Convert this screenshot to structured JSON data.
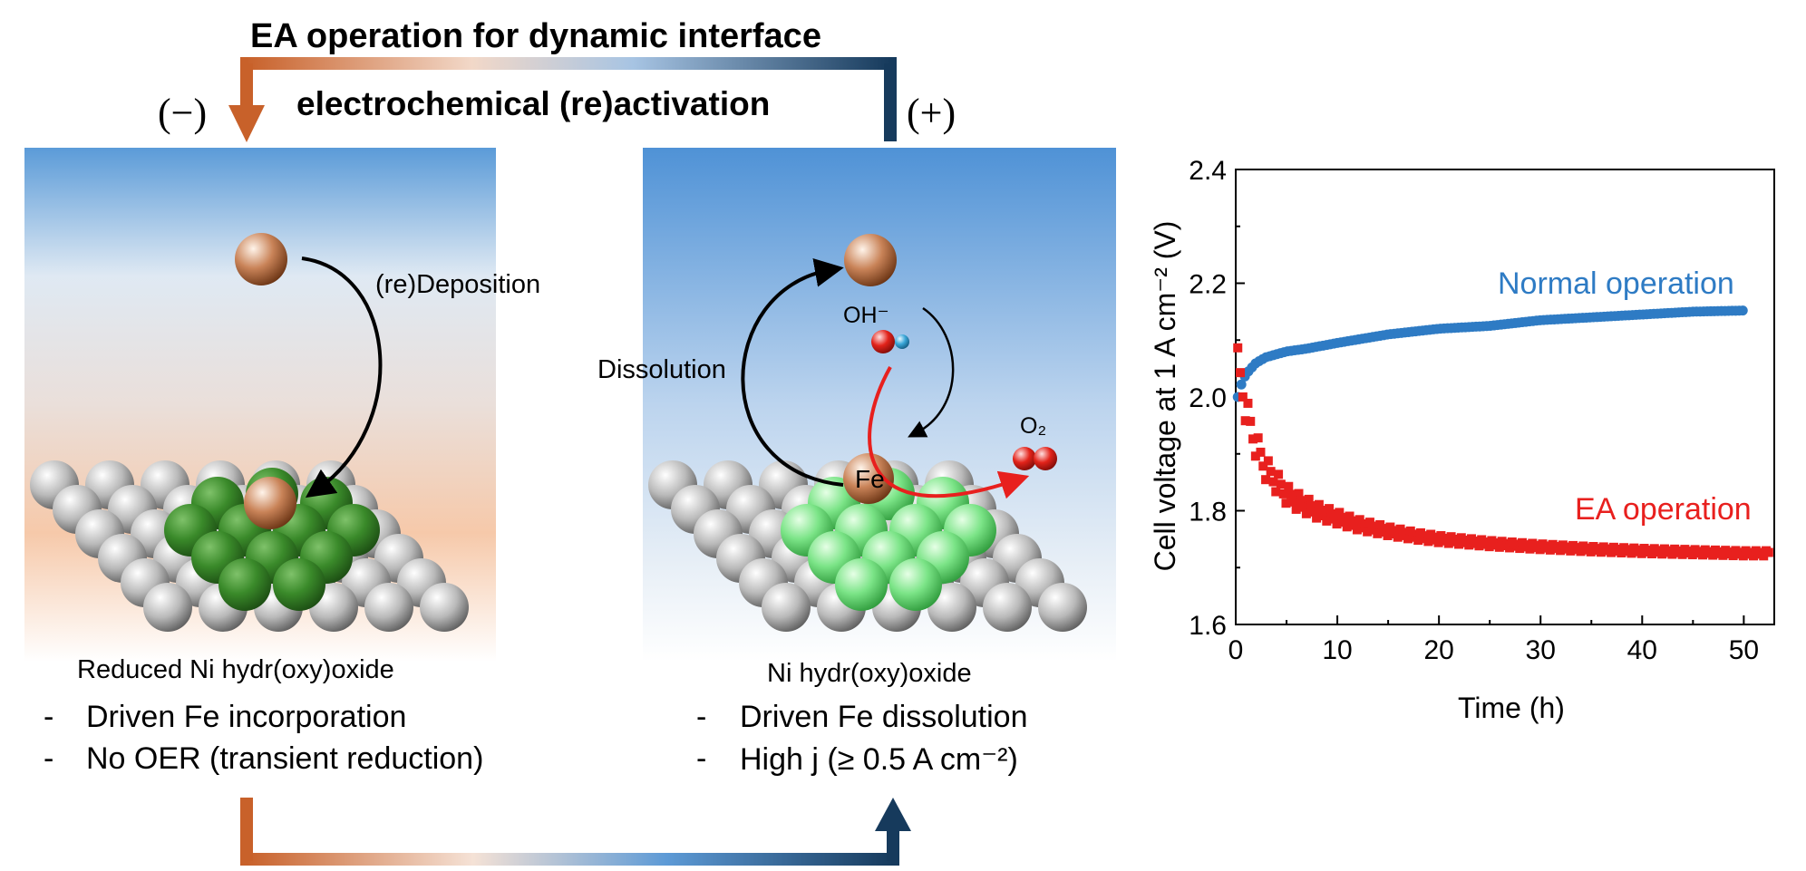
{
  "header": {
    "title": "EA operation for dynamic interface",
    "subtitle": "electrochemical (re)activation",
    "minus_sign": "(−)",
    "plus_sign": "(+)"
  },
  "left_panel": {
    "deposition_label": "(re)Deposition",
    "material": "Reduced Ni hydr(oxy)oxide",
    "bullets": [
      {
        "dash": "-",
        "text": "Driven Fe incorporation"
      },
      {
        "dash": "-",
        "text": "No OER (transient reduction)"
      }
    ]
  },
  "right_panel": {
    "dissolution_label": "Dissolution",
    "oh_label": "OH⁻",
    "o2_label": "O₂",
    "fe_label": "Fe",
    "material": "Ni hydr(oxy)oxide",
    "bullets": [
      {
        "dash": "-",
        "text": "Driven Fe dissolution"
      },
      {
        "dash": "-",
        "text": "High j (≥ 0.5 A cm⁻²)"
      }
    ]
  },
  "colors": {
    "arrow_orange": "#c8612a",
    "arrow_navy": "#163a5c",
    "normal_series": "#2e7bc4",
    "ea_series": "#e8201e",
    "ni_green_dark": "#2f7a22",
    "ni_green_light": "#6fe27a"
  },
  "chart_data": {
    "type": "scatter",
    "xlabel": "Time (h)",
    "ylabel": "Cell voltage at 1 A cm⁻² (V)",
    "xlim": [
      0,
      53
    ],
    "ylim": [
      1.6,
      2.4
    ],
    "xticks": [
      "0",
      "10",
      "20",
      "30",
      "40",
      "50"
    ],
    "yticks": [
      "1.6",
      "1.8",
      "2.0",
      "2.2",
      "2.4"
    ],
    "grid": false,
    "series": [
      {
        "name": "Normal operation",
        "x": [
          0.2,
          0.5,
          1,
          2,
          3,
          5,
          7,
          10,
          15,
          20,
          25,
          30,
          35,
          40,
          45,
          50
        ],
        "y": [
          2.0,
          2.02,
          2.04,
          2.06,
          2.07,
          2.08,
          2.085,
          2.095,
          2.11,
          2.12,
          2.125,
          2.135,
          2.14,
          2.145,
          2.15,
          2.152
        ]
      },
      {
        "name": "EA operation",
        "x": [
          0.2,
          1,
          2,
          3,
          4,
          5,
          6,
          8,
          10,
          12,
          15,
          18,
          20,
          25,
          30,
          35,
          40,
          45,
          50,
          52.5
        ],
        "y": [
          2.03,
          1.95,
          1.89,
          1.85,
          1.83,
          1.81,
          1.8,
          1.785,
          1.775,
          1.765,
          1.755,
          1.747,
          1.743,
          1.736,
          1.731,
          1.727,
          1.724,
          1.722,
          1.72,
          1.72
        ]
      }
    ]
  }
}
